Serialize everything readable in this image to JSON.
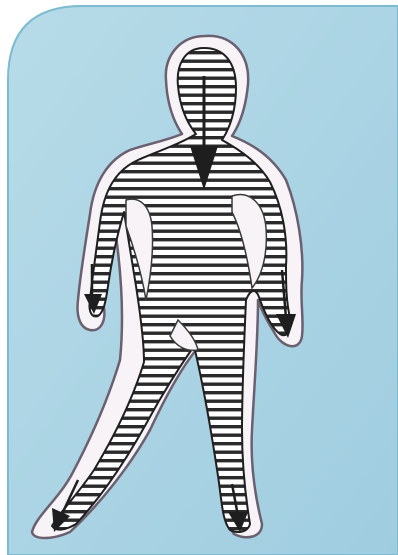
{
  "diagram": {
    "subject": "human-figure",
    "flow_direction": "head-to-extremities",
    "arrows": [
      "head-down-arrow",
      "left-hand-arrow",
      "right-hand-arrow",
      "left-foot-arrow",
      "right-foot-arrow"
    ]
  },
  "colors": {
    "panel_fill": "#a9d3e2",
    "panel_edge": "#6fb3c9",
    "aura": "#f7f3f7",
    "aura_edge": "#6b6070",
    "hatch_line": "#2a2a2a",
    "body_fill": "#ffffff",
    "arrow": "#1e1e1e"
  }
}
